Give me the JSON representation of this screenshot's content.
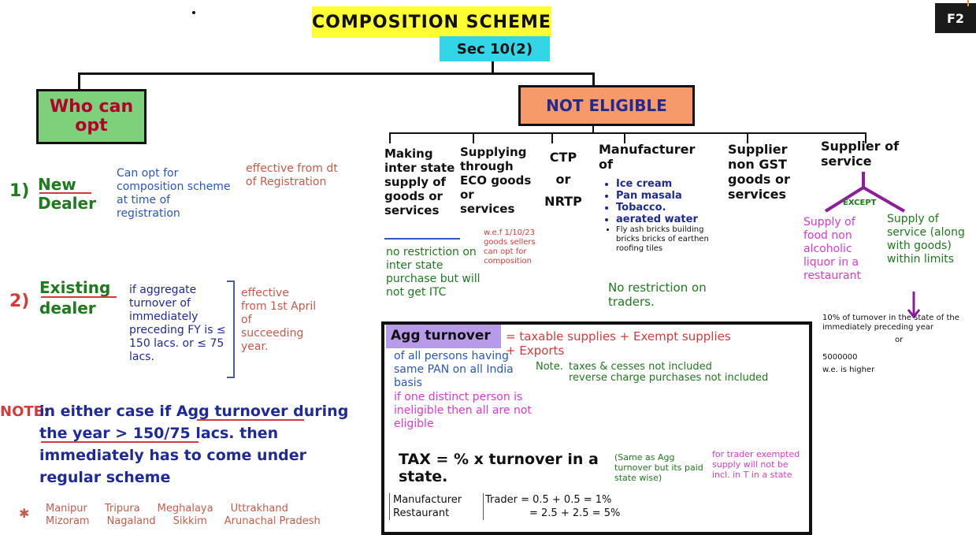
{
  "header": {
    "title": "COMPOSITION SCHEME",
    "section": "Sec 10(2)",
    "page_tag": "F2"
  },
  "left": {
    "box_label": "Who can opt",
    "item1": {
      "num": "1)",
      "label": "New Dealer",
      "desc": "Can opt for composition scheme at time of registration",
      "effect": "effective from dt of Registration"
    },
    "item2": {
      "num": "2)",
      "label": "Existing dealer",
      "desc": "if aggregate turnover of immediately preceding FY is ≤ 150 lacs. or ≤ 75 lacs.",
      "effect": "effective from 1st April of succeeding year."
    },
    "note_prefix": "NOTE:",
    "note_text": "in either case if Agg turnover during the year > 150/75 lacs. then immediately has to come under regular scheme",
    "states_mark": "✱",
    "states_row1": [
      "Manipur",
      "Tripura",
      "Meghalaya",
      "Uttrakhand"
    ],
    "states_row2": [
      "Mizoram",
      "Nagaland",
      "Sikkim",
      "Arunachal Pradesh"
    ]
  },
  "right": {
    "box_label": "NOT ELIGIBLE",
    "categories": [
      {
        "title": "Making inter state supply of goods or services",
        "note": "no restriction on inter state purchase but will not get ITC"
      },
      {
        "title": "Supplying through ECO goods or services",
        "note": "w.e.f 1/10/23 goods sellers can opt for composition"
      },
      {
        "title": "CTP or NRTP",
        "note": ""
      },
      {
        "title": "Manufacturer of",
        "items": [
          "Ice cream",
          "Pan masala",
          "Tobacco.",
          "aerated water",
          "Fly ash bricks building bricks bricks of earthen roofing tiles"
        ],
        "note": "No restriction on traders."
      },
      {
        "title": "Supplier non GST goods or services",
        "note": ""
      },
      {
        "title": "Supplier of service",
        "except": "EXCEPT",
        "branch1": "Supply of food non alcoholic liquor in a restaurant",
        "branch2": "Supply of service (along with goods) within limits",
        "limits": [
          "10% of turnover in the state of the immediately preceding year",
          "or",
          "5000000",
          "w.e. is higher"
        ]
      }
    ]
  },
  "agg": {
    "label": "Agg turnover",
    "formula": "= taxable supplies + Exempt supplies + Exports",
    "desc": "of all persons having same PAN on all India basis",
    "pink_note": "if one distinct person is ineligible then all are not eligible",
    "note_label": "Note.",
    "note1": "taxes & cesses not included",
    "note2": "reverse charge purchases not included",
    "tax_formula": "TAX = % x turnover in a state.",
    "tax_note_green": "(Same as Agg turnover but its paid state wise)",
    "tax_note_pink": "for trader exempted supply will not be incl. in T in a state",
    "rates_left": [
      "Manufacturer",
      "Restaurant"
    ],
    "rates": [
      "Trader = 0.5 + 0.5 = 1%",
      "= 2.5 + 2.5 = 5%"
    ]
  },
  "colors": {
    "title_bg": "#ffff33",
    "sec_bg": "#33d6e6",
    "who_bg": "#7fd07a",
    "not_bg": "#f79a6a",
    "agg_bg": "#b79ae8"
  }
}
